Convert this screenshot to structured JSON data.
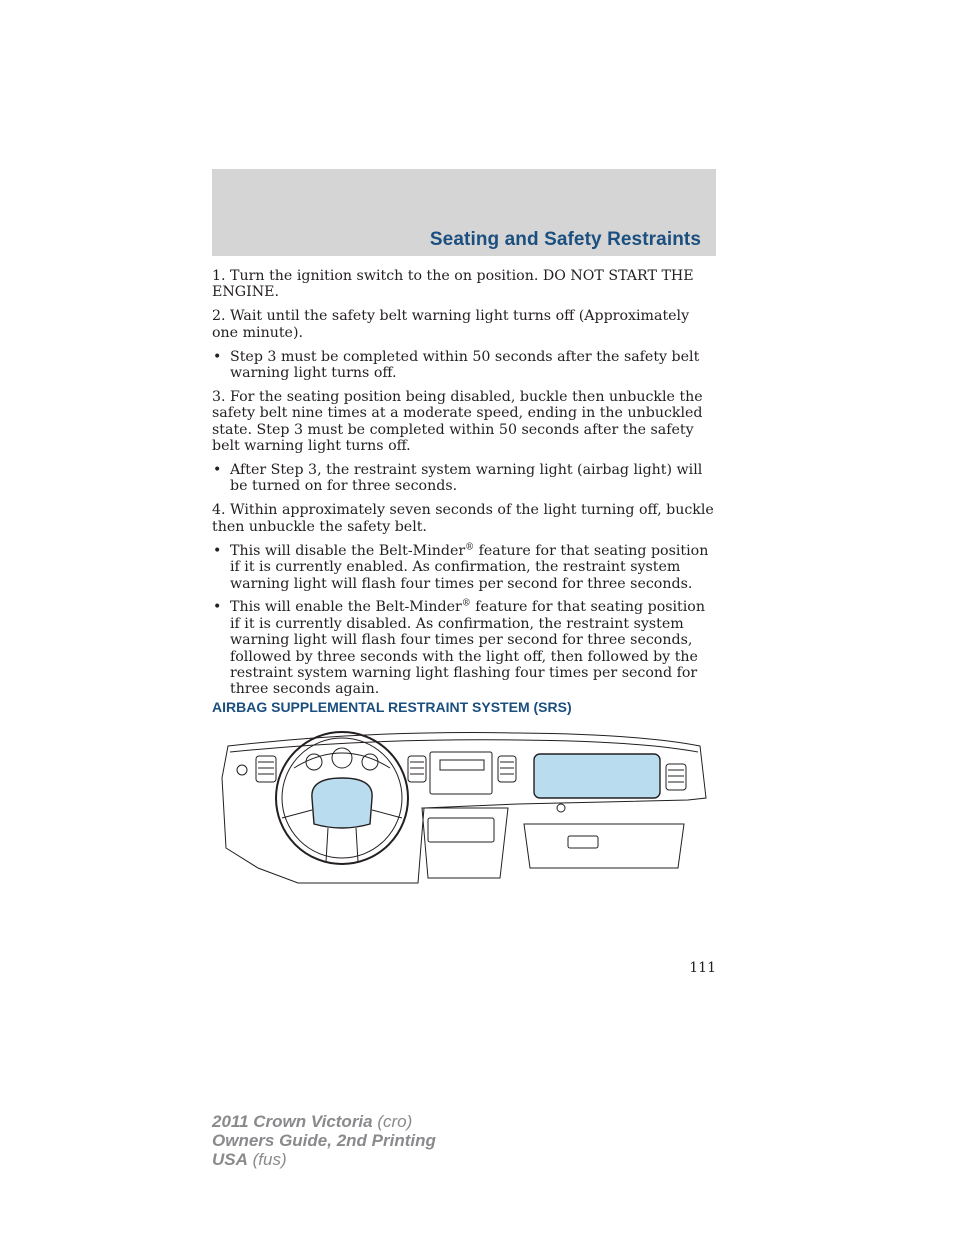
{
  "header": {
    "section_title": "Seating and Safety Restraints"
  },
  "content": {
    "step1": "1. Turn the ignition switch to the on position. DO NOT START THE ENGINE.",
    "step2": "2. Wait until the safety belt warning light turns off (Approximately one minute).",
    "bullet1": "Step 3 must be completed within 50 seconds after the safety belt warning light turns off.",
    "step3": "3. For the seating position being disabled, buckle then unbuckle the safety belt nine times at a moderate speed, ending in the unbuckled state. Step 3 must be completed within 50 seconds after the safety belt warning light turns off.",
    "bullet2": "After Step 3, the restraint system warning light (airbag light) will be turned on for three seconds.",
    "step4": "4. Within approximately seven seconds of the light turning off, buckle then unbuckle the safety belt.",
    "bullet3_pre": "This will disable the Belt-Minder",
    "bullet3_post": " feature for that seating position if it is currently enabled. As confirmation, the restraint system warning light will flash four times per second for three seconds.",
    "bullet4_pre": "This will enable the Belt-Minder",
    "bullet4_post": " feature for that seating position if it is currently disabled. As confirmation, the restraint system warning light will flash four times per second for three seconds, followed by three seconds with the light off, then followed by the restraint system warning light flashing four times per second for three seconds again.",
    "registered_mark": "®",
    "bullet_char": "•",
    "subheading": "AIRBAG SUPPLEMENTAL RESTRAINT SYSTEM (SRS)"
  },
  "illustration": {
    "highlight_color": "#b9dcef",
    "outline_color": "#231f20"
  },
  "page_number": "111",
  "footer": {
    "line1_bold": "2011 Crown Victoria",
    "line1_light": " (cro)",
    "line2": "Owners Guide, 2nd Printing",
    "line3_bold": "USA",
    "line3_light": " (fus)"
  },
  "colors": {
    "heading_blue": "#1b4f7f",
    "band_gray": "#d5d5d5",
    "footer_gray": "#8a8a8d"
  }
}
